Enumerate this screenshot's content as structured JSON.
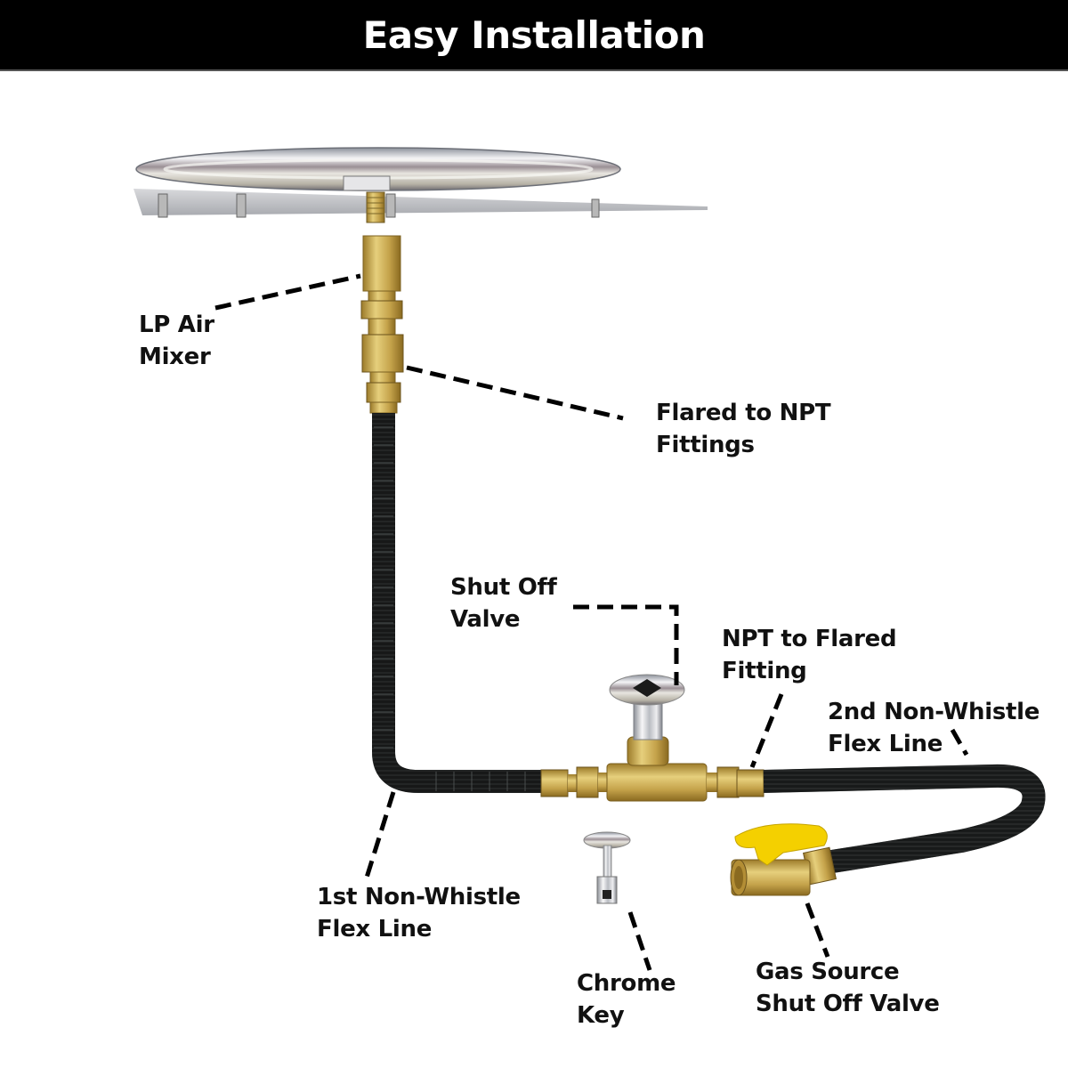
{
  "header": {
    "title": "Easy Installation"
  },
  "labels": {
    "lp_air_mixer": [
      "LP Air",
      "Mixer"
    ],
    "flared_to_npt": [
      "Flared to NPT",
      "Fittings"
    ],
    "shut_off_valve": [
      "Shut Off",
      "Valve"
    ],
    "npt_to_flared": [
      "NPT to Flared",
      "Fitting"
    ],
    "second_flex_line": [
      "2nd Non-Whistle",
      "Flex Line"
    ],
    "first_flex_line": [
      "1st Non-Whistle",
      "Flex Line"
    ],
    "chrome_key": [
      "Chrome",
      "Key"
    ],
    "gas_source_valve": [
      "Gas Source",
      "Shut Off Valve"
    ]
  },
  "colors": {
    "header_bg": "#000000",
    "header_text": "#ffffff",
    "brass": "#c9a64a",
    "chrome": "#cfd3d8",
    "flex_line": "#1e2222",
    "valve_handle": "#f5d000",
    "leader_line": "#000000"
  }
}
